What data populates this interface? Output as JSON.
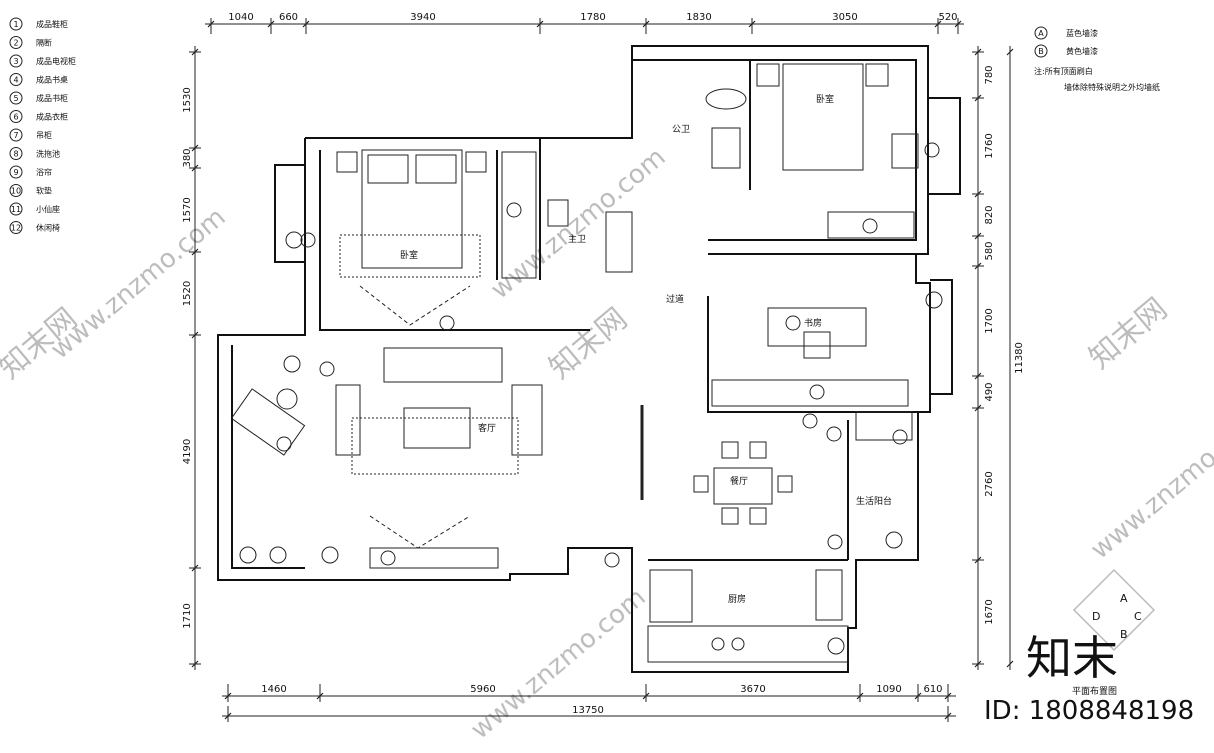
{
  "plan_title": "平面布置图",
  "legend": [
    {
      "num": "1",
      "text": "成品鞋柜"
    },
    {
      "num": "2",
      "text": "隔断"
    },
    {
      "num": "3",
      "text": "成品电视柜"
    },
    {
      "num": "4",
      "text": "成品书桌"
    },
    {
      "num": "5",
      "text": "成品书柜"
    },
    {
      "num": "6",
      "text": "成品衣柜"
    },
    {
      "num": "7",
      "text": "吊柜"
    },
    {
      "num": "8",
      "text": "洗拖池"
    },
    {
      "num": "9",
      "text": "浴帘"
    },
    {
      "num": "10",
      "text": "软垫"
    },
    {
      "num": "11",
      "text": "小仙座"
    },
    {
      "num": "12",
      "text": "休闲椅"
    }
  ],
  "wall_legend": [
    {
      "mark": "A",
      "text": "蓝色墙漆"
    },
    {
      "mark": "B",
      "text": "黄色墙漆"
    }
  ],
  "notes": [
    "注:所有顶面刷白",
    "墙体除特殊说明之外均墙纸"
  ],
  "rooms": {
    "master_bedroom": "卧室",
    "bedroom_2": "卧室",
    "main_bath": "主卫",
    "guest_bath": "公卫",
    "corridor": "过道",
    "study": "书房",
    "living": "客厅",
    "dining": "餐厅",
    "kitchen": "厨房",
    "balcony": "生活阳台"
  },
  "dims_top": [
    "1040",
    "660",
    "3940",
    "1780",
    "1830",
    "3050",
    "520"
  ],
  "dims_bottom": [
    "1460",
    "5960",
    "3670",
    "1090",
    "610"
  ],
  "dim_total_bottom": "13750",
  "dims_left": [
    "1530",
    "380",
    "1570",
    "1520",
    "4190",
    "1710"
  ],
  "dims_right": [
    "780",
    "1760",
    "820",
    "580",
    "1700",
    "490",
    "2760",
    "1670"
  ],
  "dim_total_right": "11380",
  "watermark": {
    "brand": "知末",
    "id": "ID: 1808848198",
    "site": "www.znzmo.com",
    "net": "知末网"
  },
  "compass_letters": [
    "A",
    "B",
    "C",
    "D"
  ]
}
